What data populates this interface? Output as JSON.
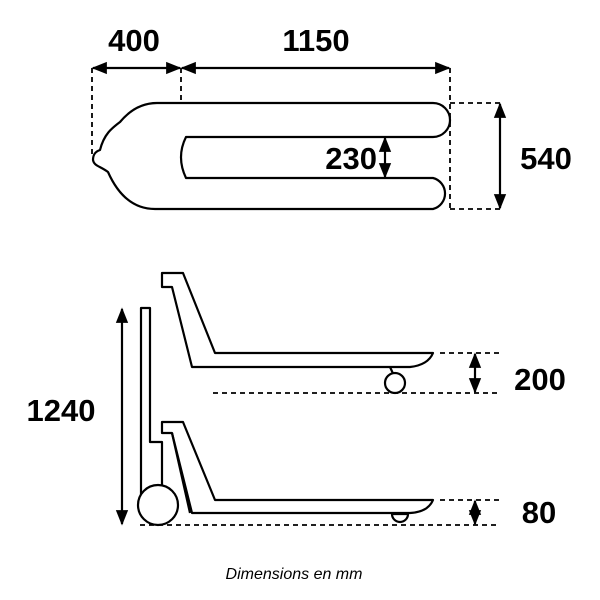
{
  "top_view": {
    "handle_length": "400",
    "fork_length": "1150",
    "fork_gap": "230",
    "overall_width": "540"
  },
  "side_view": {
    "overall_height": "1240",
    "raised_height": "200",
    "lowered_height": "80"
  },
  "caption": "Dimensions en mm"
}
